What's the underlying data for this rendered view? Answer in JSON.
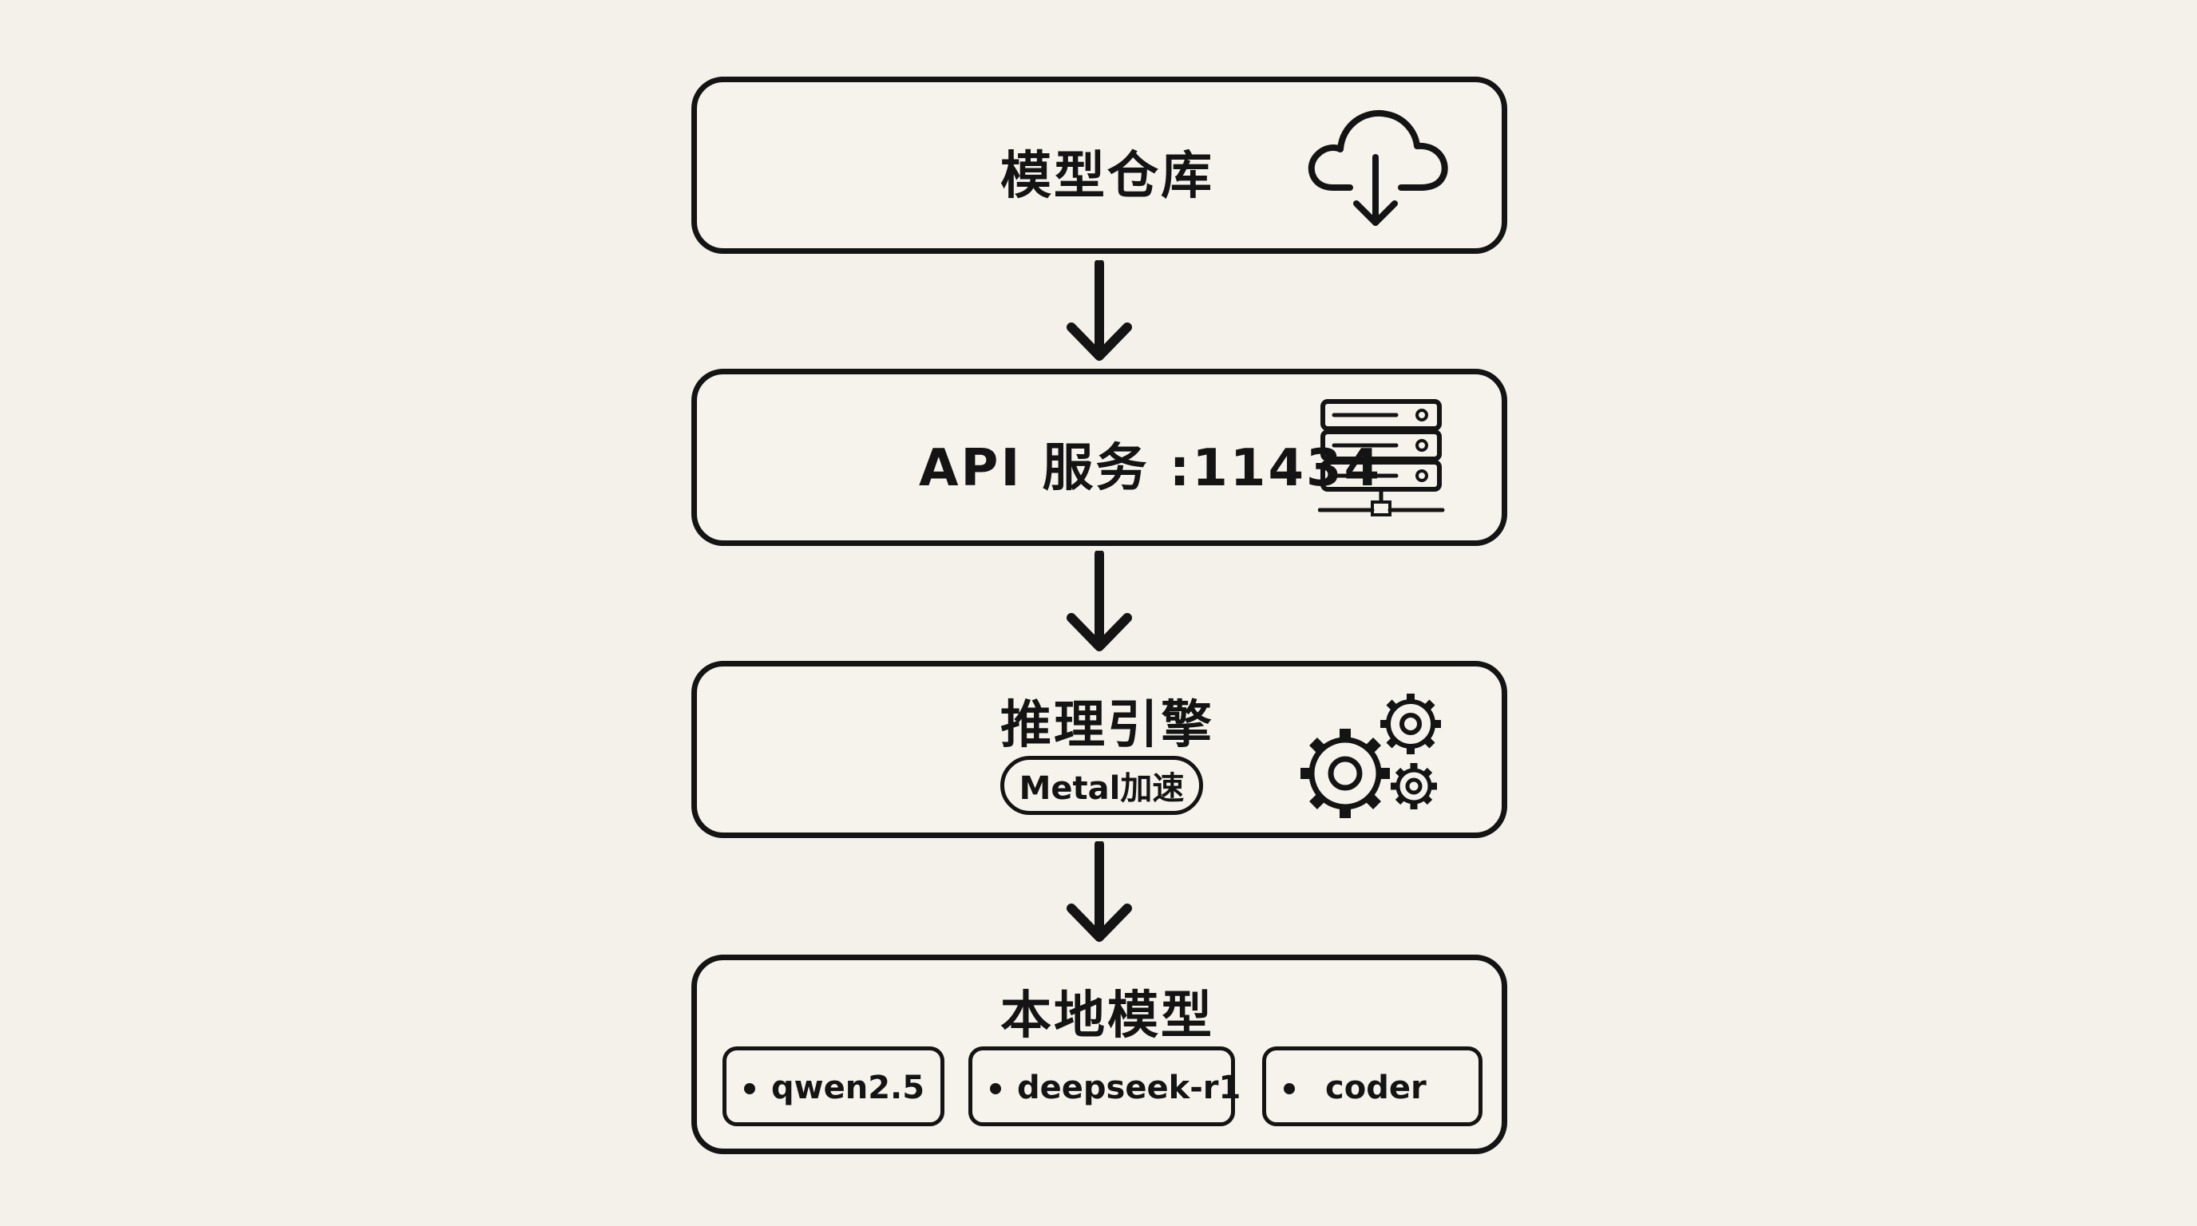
{
  "stages": [
    {
      "title": "模型仓库",
      "icon": "cloud-download-icon"
    },
    {
      "title": "API 服务 :11434",
      "icon": "server-icon"
    },
    {
      "title": "推理引擎",
      "badge": "Metal加速",
      "icon": "gears-icon"
    },
    {
      "title": "本地模型",
      "models": [
        "qwen2.5",
        "deepseek-r1",
        "coder"
      ]
    }
  ],
  "colors": {
    "background": "#f4f1ea",
    "stroke": "#141414"
  }
}
